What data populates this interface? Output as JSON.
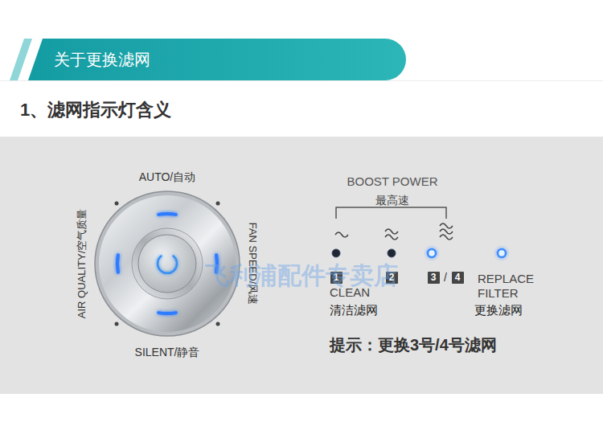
{
  "diagram": {
    "nodes": [
      {
        "text": [
          "关于更换滤网"
        ]
      },
      {
        "text": [
          "1"
        ]
      },
      {
        "text": [
          "2"
        ]
      },
      {
        "text": [
          "3"
        ]
      },
      {
        "text": [
          "4"
        ]
      }
    ],
    "labels": [
      "1、滤网指示灯含义",
      "AUTO/自动",
      "FAN SPEED/风速",
      "SILENT/静音",
      "AIR QUALITY/空气质量",
      "BOOST POWER",
      "最高速",
      "/",
      "CLEAN",
      "清洁滤网",
      "REPLACE FILTER",
      "更换滤网",
      "提示：更换3号/4号滤网",
      "飞利浦配件专卖店"
    ]
  }
}
